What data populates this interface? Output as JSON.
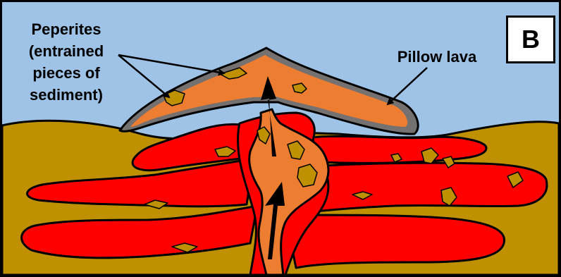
{
  "figure": {
    "panel_letter": "B",
    "labels": {
      "peperites": [
        "Peperites",
        "(entrained",
        "pieces of",
        "sediment)"
      ],
      "pillow_lava": "Pillow lava"
    }
  },
  "colors": {
    "sky": "#9ec3e6",
    "sediment": "#bf9000",
    "magma_red": "#ff0000",
    "conduit_orange": "#ed7d31",
    "pillow_crust": "#767171",
    "sediment_clast": "#bf9000",
    "outline": "#000000"
  }
}
